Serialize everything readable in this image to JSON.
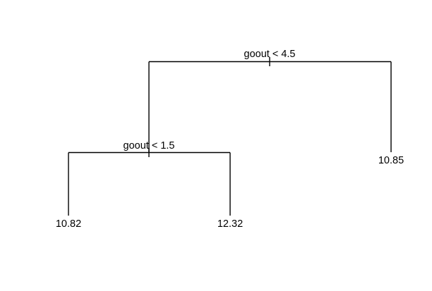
{
  "tree": {
    "root": {
      "split_label": "goout < 4.5",
      "left": {
        "split_label": "goout < 1.5",
        "left": {
          "leaf_value": "10.82"
        },
        "right": {
          "leaf_value": "12.32"
        }
      },
      "right": {
        "leaf_value": "10.85"
      }
    }
  }
}
